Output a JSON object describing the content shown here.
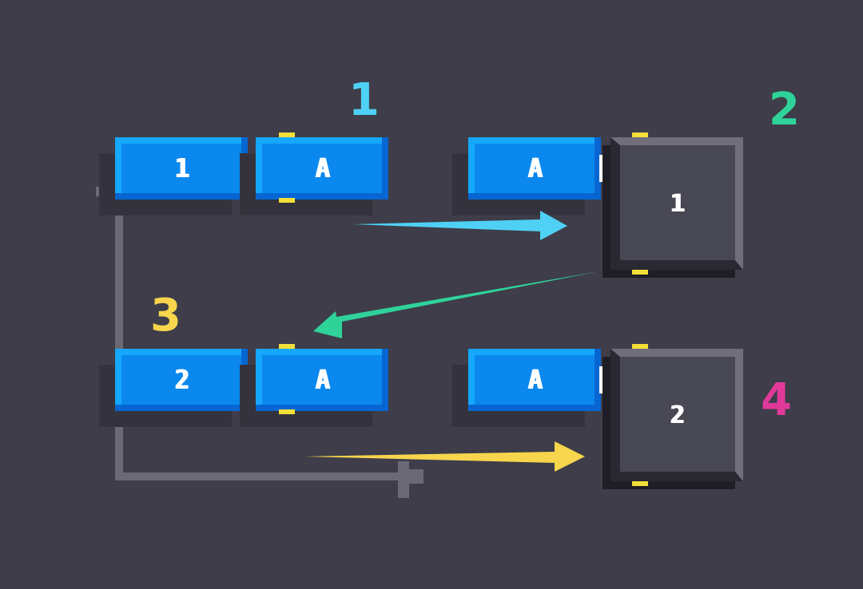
{
  "step_labels": [
    {
      "text": "1",
      "color": "#4fd1f5"
    },
    {
      "text": "2",
      "color": "#2fd39a"
    },
    {
      "text": "3",
      "color": "#f7d54c"
    },
    {
      "text": "4",
      "color": "#e0399a"
    }
  ],
  "rows": [
    {
      "left_block": "1",
      "mid_block": "A",
      "right_block": "A",
      "node": "1"
    },
    {
      "left_block": "2",
      "mid_block": "A",
      "right_block": "A",
      "node": "2"
    }
  ],
  "colors": {
    "background": "#3e3d49",
    "block": "#0a88ee",
    "pin": "#f2e038",
    "wire": "#6a6974",
    "arrow_1": "#4fd1f5",
    "arrow_2": "#2fd39a",
    "arrow_3": "#f7d54c"
  }
}
